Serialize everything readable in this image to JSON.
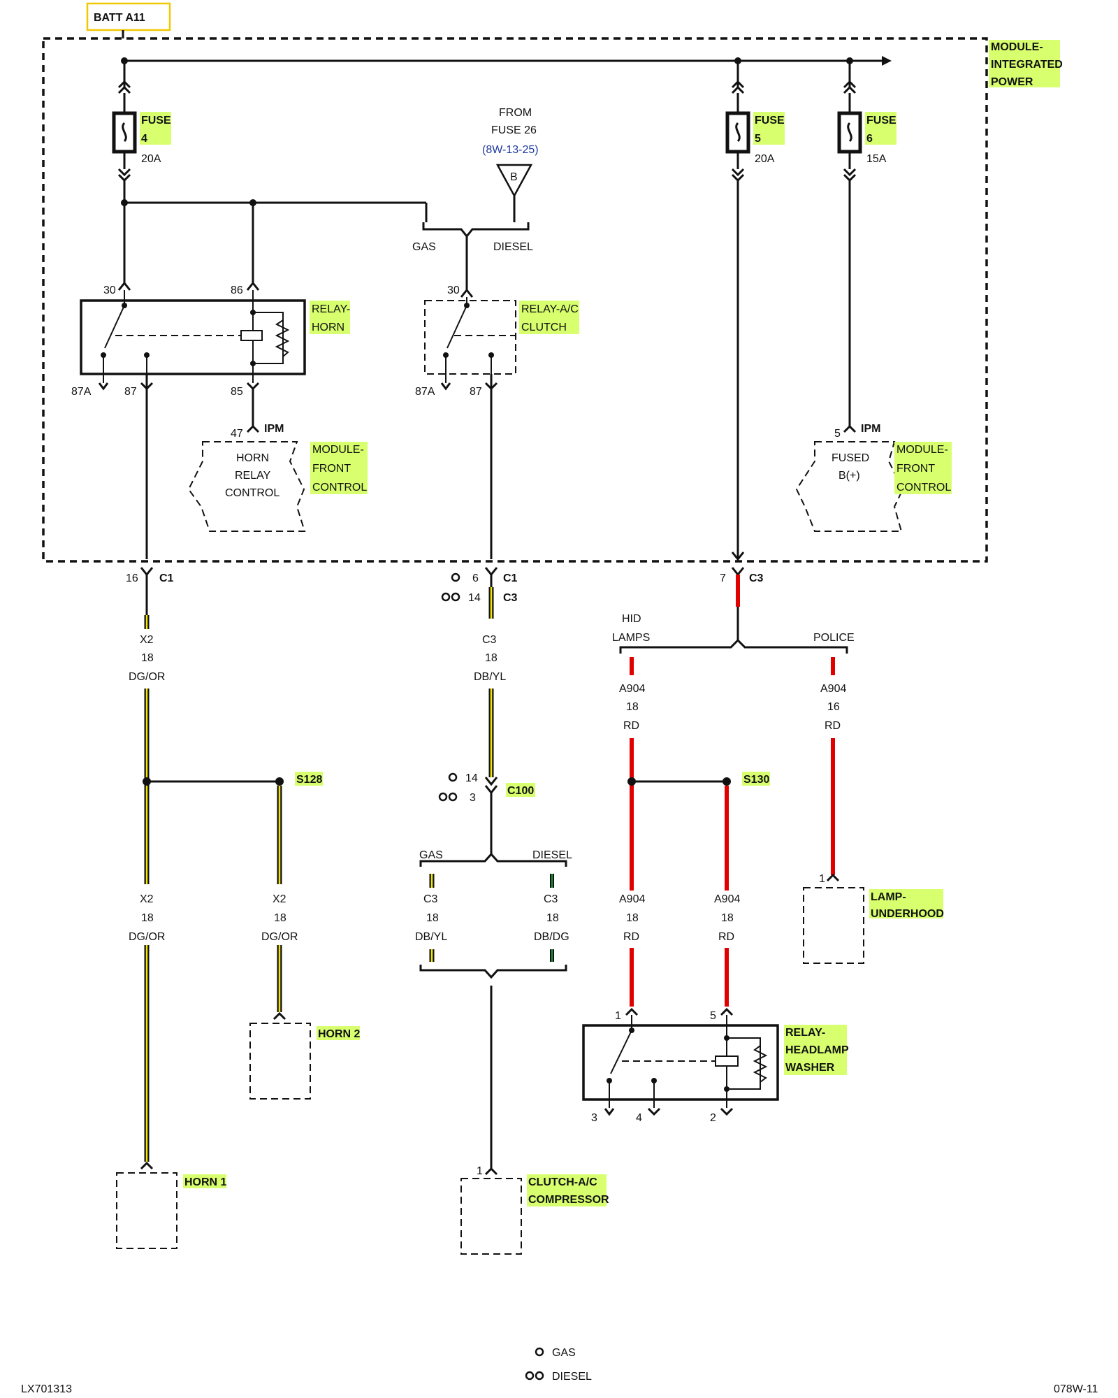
{
  "module": {
    "batt": "BATT A11",
    "l1": "MODULE-",
    "l2": "INTEGRATED",
    "l3": "POWER"
  },
  "fuses": [
    {
      "l1": "FUSE",
      "l2": "4",
      "amps": "20A"
    },
    {
      "l1": "FUSE",
      "l2": "5",
      "amps": "20A"
    },
    {
      "l1": "FUSE",
      "l2": "6",
      "amps": "15A"
    }
  ],
  "from_fuse": {
    "l1": "FROM",
    "l2": "FUSE 26",
    "ref": "(8W-13-25)",
    "conn": "B"
  },
  "gas_diesel_top": {
    "gas": "GAS",
    "diesel": "DIESEL"
  },
  "relay_horn": {
    "l1": "RELAY-",
    "l2": "HORN",
    "p30": "30",
    "p86": "86",
    "p87a": "87A",
    "p87": "87",
    "p85": "85"
  },
  "relay_ac": {
    "l1": "RELAY-A/C",
    "l2": "CLUTCH",
    "p30": "30",
    "p87a": "87A",
    "p87": "87"
  },
  "fcm_left": {
    "pin": "47",
    "ipm": "IPM",
    "t1": "HORN",
    "t2": "RELAY",
    "t3": "CONTROL",
    "m1": "MODULE-",
    "m2": "FRONT",
    "m3": "CONTROL"
  },
  "fcm_right": {
    "pin": "5",
    "ipm": "IPM",
    "t1": "FUSED",
    "t2": "B(+)",
    "m1": "MODULE-",
    "m2": "FRONT",
    "m3": "CONTROL"
  },
  "connectors": {
    "c1_left": {
      "pin": "16",
      "name": "C1"
    },
    "c1_mid": {
      "pin": "6",
      "name": "C1"
    },
    "c3_mid": {
      "pin": "14",
      "name": "C3"
    },
    "c3_right": {
      "pin": "7",
      "name": "C3"
    },
    "c100_gas": {
      "pin": "14"
    },
    "c100_diesel": {
      "pin": "3",
      "name": "C100"
    }
  },
  "wires": {
    "x2_a": {
      "c": "X2",
      "g": "18",
      "col": "DG/OR"
    },
    "c3_a": {
      "c": "C3",
      "g": "18",
      "col": "DB/YL"
    },
    "hid": {
      "c": "A904",
      "g": "18",
      "col": "RD"
    },
    "police": {
      "c": "A904",
      "g": "16",
      "col": "RD"
    },
    "x2_b": {
      "c": "X2",
      "g": "18",
      "col": "DG/OR"
    },
    "x2_c": {
      "c": "X2",
      "g": "18",
      "col": "DG/OR"
    },
    "c3_gas": {
      "c": "C3",
      "g": "18",
      "col": "DB/YL"
    },
    "c3_diesel": {
      "c": "C3",
      "g": "18",
      "col": "DB/DG"
    },
    "a904_a": {
      "c": "A904",
      "g": "18",
      "col": "RD"
    },
    "a904_b": {
      "c": "A904",
      "g": "18",
      "col": "RD"
    }
  },
  "hid_split": {
    "left1": "HID",
    "left2": "LAMPS",
    "right": "POLICE"
  },
  "splices": {
    "s128": "S128",
    "s130": "S130"
  },
  "gas_diesel_mid": {
    "gas": "GAS",
    "diesel": "DIESEL"
  },
  "horn2": {
    "label": "HORN 2"
  },
  "horn1": {
    "label": "HORN 1"
  },
  "clutch": {
    "pin": "1",
    "l1": "CLUTCH-A/C",
    "l2": "COMPRESSOR"
  },
  "lamp": {
    "pin": "1",
    "l1": "LAMP-",
    "l2": "UNDERHOOD"
  },
  "relay_hl": {
    "l1": "RELAY-",
    "l2": "HEADLAMP",
    "l3": "WASHER",
    "p1": "1",
    "p5": "5",
    "p3": "3",
    "p4": "4",
    "p2": "2"
  },
  "legend": {
    "gas": "GAS",
    "diesel": "DIESEL"
  },
  "footer": {
    "left": "LX701313",
    "right": "078W-11"
  }
}
